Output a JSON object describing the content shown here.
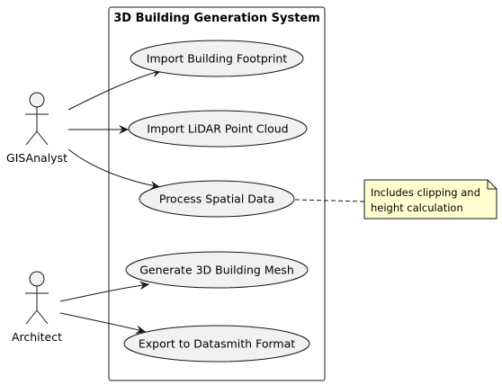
{
  "system": {
    "title": "3D Building Generation System"
  },
  "actors": [
    {
      "id": "gis",
      "label": "GISAnalyst"
    },
    {
      "id": "arch",
      "label": "Architect"
    }
  ],
  "use_cases": [
    {
      "id": "uc1",
      "label": "Import Building Footprint"
    },
    {
      "id": "uc2",
      "label": "Import LiDAR Point Cloud"
    },
    {
      "id": "uc3",
      "label": "Process Spatial Data"
    },
    {
      "id": "uc4",
      "label": "Generate 3D Building Mesh"
    },
    {
      "id": "uc5",
      "label": "Export to Datasmith Format"
    }
  ],
  "associations": [
    {
      "from": "gis",
      "to": "uc1"
    },
    {
      "from": "gis",
      "to": "uc2"
    },
    {
      "from": "gis",
      "to": "uc3"
    },
    {
      "from": "arch",
      "to": "uc4"
    },
    {
      "from": "arch",
      "to": "uc5"
    }
  ],
  "note": {
    "attached_to": "uc3",
    "lines": [
      "Includes clipping and",
      "height calculation"
    ]
  },
  "colors": {
    "usecase_fill": "#f1f1f1",
    "note_fill": "#fefece",
    "stroke": "#181818"
  }
}
